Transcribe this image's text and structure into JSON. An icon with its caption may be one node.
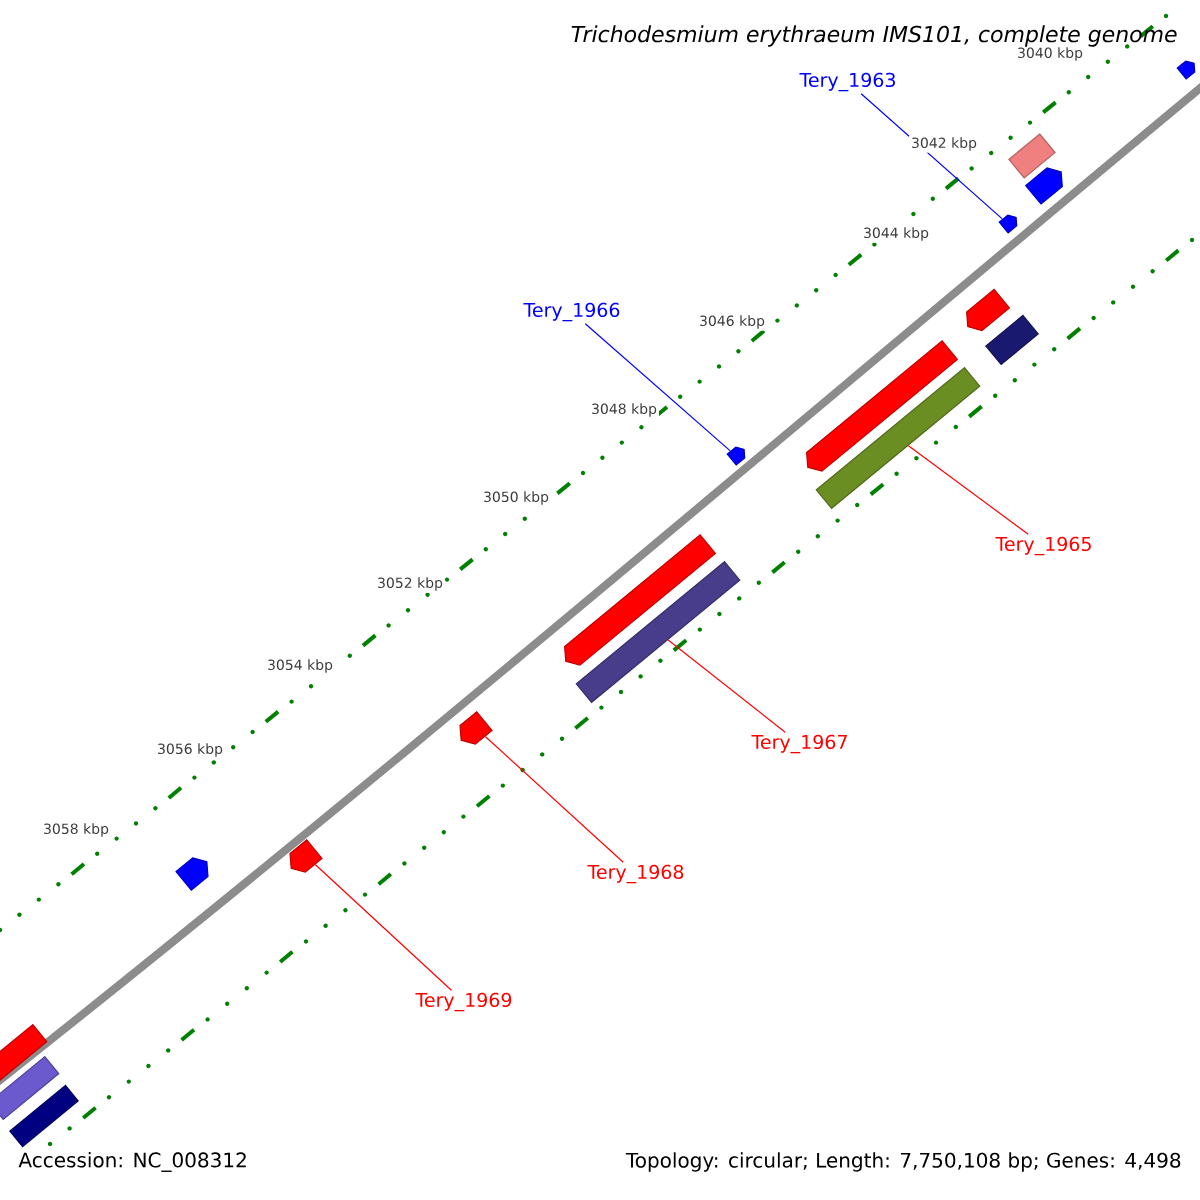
{
  "diagram": {
    "title": "Trichodesmium erythraeum IMS101, complete genome",
    "nodes": [
      {
        "text": [
          "Tery_1963"
        ]
      },
      {
        "text": [
          "Tery_1966"
        ]
      },
      {
        "text": [
          "Tery_1965"
        ]
      },
      {
        "text": [
          "Tery_1967"
        ]
      },
      {
        "text": [
          "Tery_1968"
        ]
      },
      {
        "text": [
          "Tery_1969"
        ]
      },
      {
        "text": [],
        "shape": "arrow"
      },
      {
        "text": [],
        "shape": "bar"
      },
      {
        "text": [],
        "shape": "arrow"
      },
      {
        "text": [],
        "shape": "arrow"
      },
      {
        "text": [],
        "shape": "arrow"
      },
      {
        "text": [],
        "shape": "bar"
      },
      {
        "text": [],
        "shape": "arrow"
      },
      {
        "text": [],
        "shape": "bar"
      },
      {
        "text": [],
        "shape": "arrow"
      },
      {
        "text": [],
        "shape": "arrow"
      },
      {
        "text": [],
        "shape": "bar"
      },
      {
        "text": [],
        "shape": "arrow"
      },
      {
        "text": [],
        "shape": "arrow"
      },
      {
        "text": [],
        "shape": "arrow"
      },
      {
        "text": [],
        "shape": "bar"
      },
      {
        "text": [],
        "shape": "bar"
      },
      {
        "text": [],
        "shape": "bar"
      }
    ],
    "edges": [
      {
        "from": 0,
        "to": 9,
        "arrow": "none",
        "color": "#0000ff"
      },
      {
        "from": 1,
        "to": 14,
        "arrow": "none",
        "color": "#0000ff"
      },
      {
        "from": 2,
        "to": 13,
        "arrow": "none"
      },
      {
        "from": 3,
        "to": 16,
        "arrow": "none"
      },
      {
        "from": 4,
        "to": 17,
        "arrow": "none"
      },
      {
        "from": 5,
        "to": 18,
        "arrow": "none"
      }
    ],
    "labels": [
      "3040 kbp",
      "3042 kbp",
      "3044 kbp",
      "3046 kbp",
      "3048 kbp",
      "3050 kbp",
      "3052 kbp",
      "3054 kbp",
      "3056 kbp",
      "3058 kbp",
      "Accession: NC_008312",
      "Topology: circular; Length: 7,750,108 bp; Genes: 4,498"
    ]
  }
}
